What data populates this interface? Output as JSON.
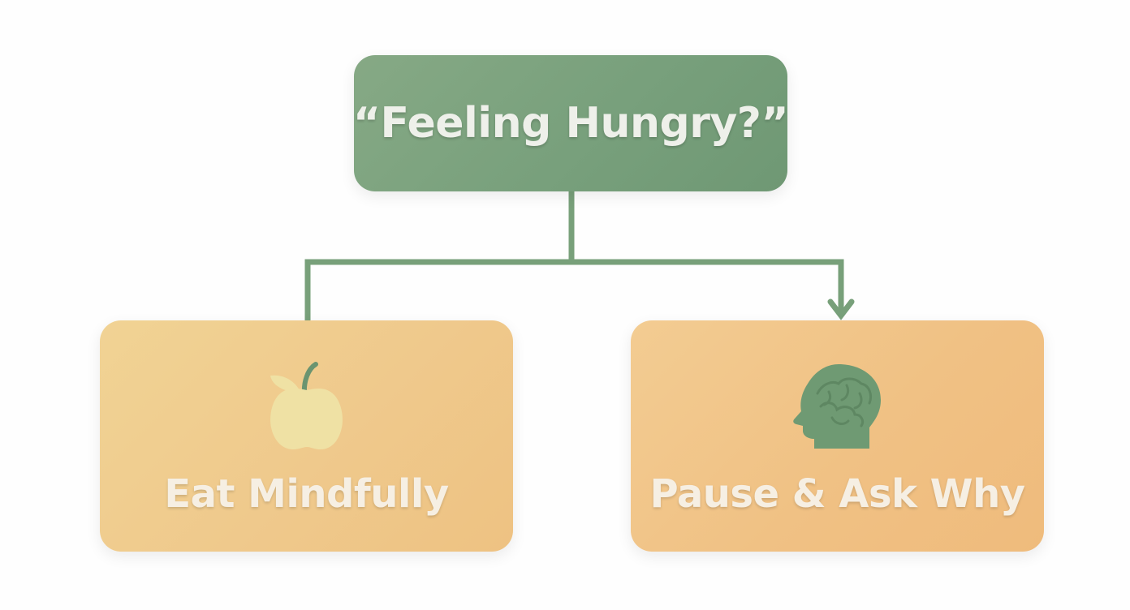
{
  "diagram": {
    "root": {
      "label": "“Feeling Hungry?”"
    },
    "left_option": {
      "label": "Eat Mindfully",
      "icon": "apple-icon"
    },
    "right_option": {
      "label": "Pause & Ask Why",
      "icon": "brain-head-icon"
    },
    "colors": {
      "root_fill": "#7ea47f",
      "connector": "#78a07a",
      "option_fill": "#f0c98c",
      "label_text": "#f6efe3",
      "apple_fill": "#efe1a4",
      "brain_fill": "#6f9a73"
    }
  }
}
